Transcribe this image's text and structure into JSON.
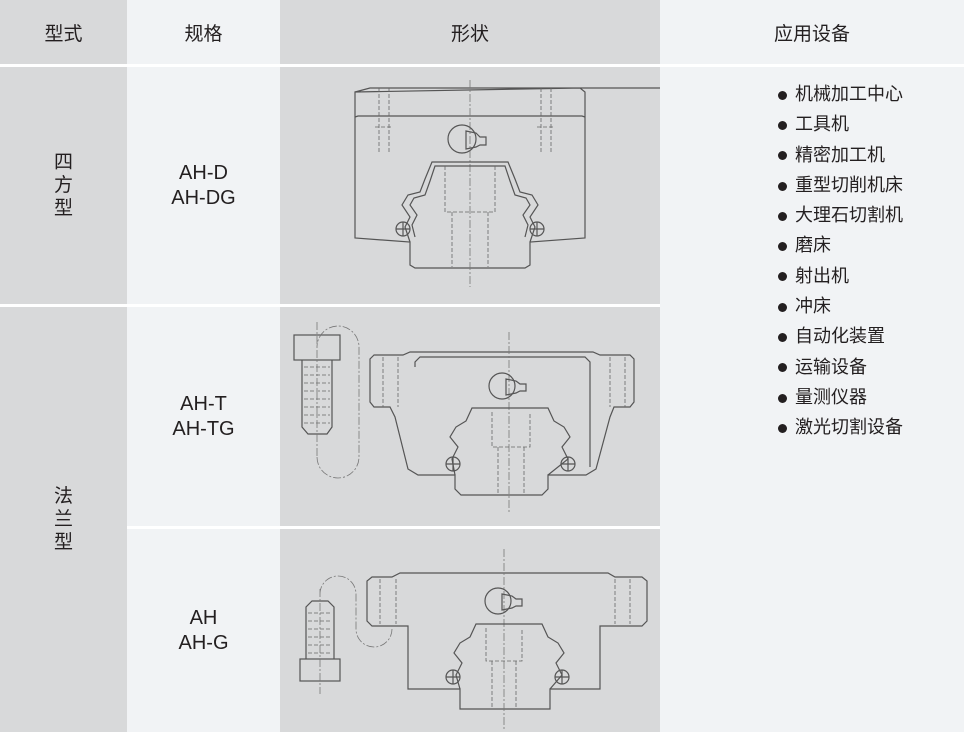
{
  "header": {
    "type": "型式",
    "spec": "规格",
    "shape": "形状",
    "apps": "应用设备"
  },
  "rows": [
    {
      "type": "四方型",
      "specs": [
        "AH-D",
        "AH-DG"
      ]
    },
    {
      "type": "法兰型",
      "specs": [
        "AH-T",
        "AH-TG"
      ]
    },
    {
      "specs": [
        "AH",
        "AH-G"
      ]
    }
  ],
  "applications": [
    "机械加工中心",
    "工具机",
    "精密加工机",
    "重型切削机床",
    "大理石切割机",
    "磨床",
    "射出机",
    "冲床",
    "自动化装置",
    "运输设备",
    "量测仪器",
    "激光切割设备"
  ]
}
